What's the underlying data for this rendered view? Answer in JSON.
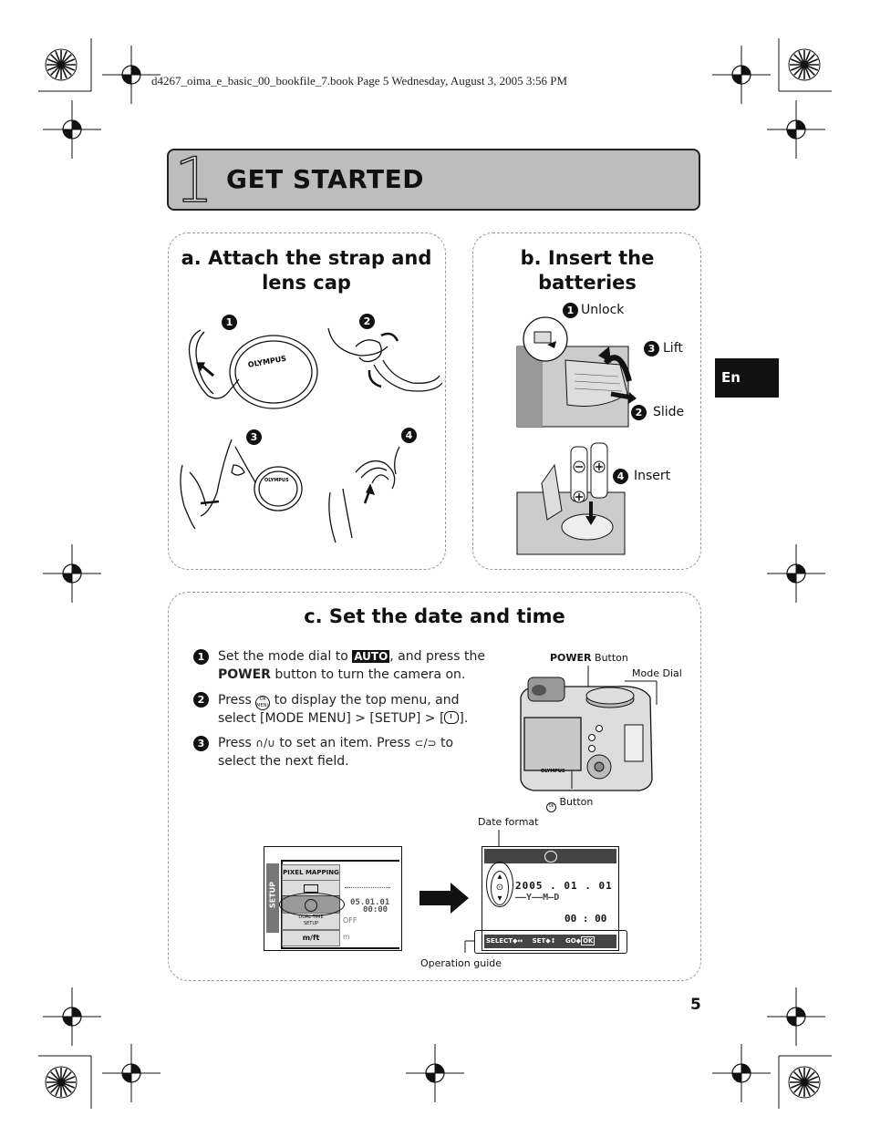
{
  "header": {
    "line": "d4267_oima_e_basic_00_bookfile_7.book  Page 5  Wednesday, August 3, 2005  3:56 PM"
  },
  "chapter": {
    "number": "1",
    "title": "GET STARTED"
  },
  "lang_tab": "En",
  "section_a": {
    "title_line1": "a. Attach the strap and",
    "title_line2": "lens cap",
    "steps": [
      "1",
      "2",
      "3",
      "4"
    ],
    "lens_brand": "OLYMPUS"
  },
  "section_b": {
    "title": "b. Insert the batteries",
    "steps": [
      {
        "num": "1",
        "label": "Unlock"
      },
      {
        "num": "3",
        "label": "Lift"
      },
      {
        "num": "2",
        "label": "Slide"
      },
      {
        "num": "4",
        "label": "Insert"
      }
    ]
  },
  "section_c": {
    "title": "c. Set the date and time",
    "steps": [
      {
        "num": "1",
        "line1_a": "Set the mode dial to ",
        "mode_icon": "AUTO",
        "line1_b": ", and press the",
        "line2_bold": "POWER",
        "line2_rest": " button to turn the camera on."
      },
      {
        "num": "2",
        "line1_a": "Press ",
        "line1_b": " to display the top menu, and",
        "line2": "select [MODE MENU] > [SETUP] > [",
        "line2_end": "]."
      },
      {
        "num": "3",
        "line1_a": "Press ",
        "line1_b": " to set an item. Press ",
        "line1_c": " to",
        "line2": "select the next field."
      }
    ],
    "camera_labels": {
      "power_bold": "POWER",
      "power_rest": " Button",
      "mode_dial": "Mode Dial",
      "ok_button": "Button"
    },
    "menu_screen": {
      "side_tab": "SETUP",
      "items": [
        "PIXEL MAPPING",
        "",
        "",
        "DUAL TIME",
        "m/ft"
      ],
      "dual_time_sub": "SETUP",
      "values": [
        "05.01.01",
        "00:00",
        "OFF",
        "m"
      ]
    },
    "date_screen": {
      "date": "2005 . 01 . 01",
      "ymd": [
        "Y",
        "M",
        "D"
      ],
      "time": "00 : 00",
      "guide": [
        "SELECT",
        "SET",
        "GO",
        "OK"
      ]
    },
    "callouts": {
      "date_format": "Date format",
      "operation_guide": "Operation guide"
    }
  },
  "page_number": "5"
}
